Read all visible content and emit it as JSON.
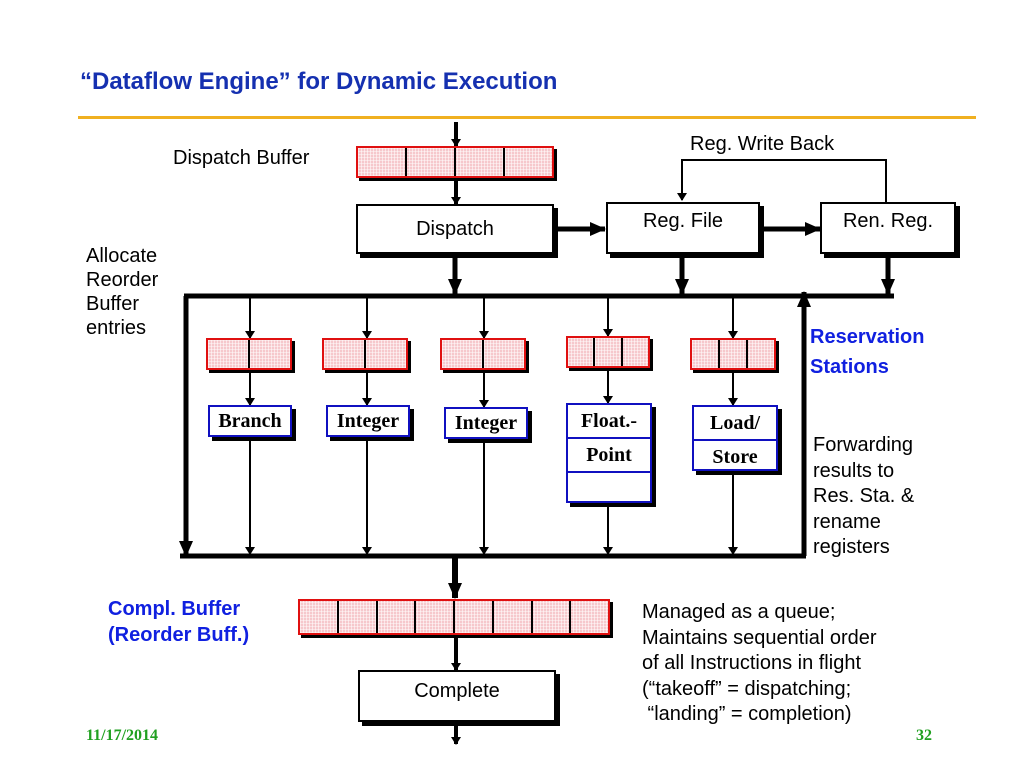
{
  "slide": {
    "title": "“Dataflow Engine” for Dynamic Execution",
    "footer_date": "11/17/2014",
    "page_number": "32"
  },
  "colors": {
    "title": "#1530b0",
    "rule": "#f0b020",
    "buffer_fill": "#f6c8cc",
    "buffer_border": "#e01010",
    "unit_border": "#1010c0",
    "blue_label": "#1020e0",
    "footer": "#20a020"
  },
  "diagram": {
    "dispatch_buffer": {
      "label": "Dispatch Buffer",
      "entries": 4
    },
    "dispatch_box": "Dispatch",
    "reg_file_box": "Reg. File",
    "ren_reg_box": "Ren. Reg.",
    "reg_write_back": "Reg. Write Back",
    "allocate_note": [
      "Allocate",
      "Reorder",
      "Buffer",
      "entries"
    ],
    "reservation_stations_label": [
      "Reservation",
      "Stations"
    ],
    "functional_units": [
      {
        "name": "Branch",
        "rows": [
          "Branch"
        ],
        "rs_entries": 2
      },
      {
        "name": "Integer",
        "rows": [
          "Integer"
        ],
        "rs_entries": 2
      },
      {
        "name": "Integer",
        "rows": [
          "Integer"
        ],
        "rs_entries": 2
      },
      {
        "name": "Float.-Point",
        "rows": [
          "Float.-",
          "Point",
          ""
        ],
        "rs_entries": 3
      },
      {
        "name": "Load/Store",
        "rows": [
          "Load/",
          "Store"
        ],
        "rs_entries": 3
      }
    ],
    "forwarding_note": [
      "Forwarding",
      "results to",
      "Res. Sta. &",
      "rename",
      "registers"
    ],
    "completion_buffer": {
      "label": [
        "Compl. Buffer",
        "(Reorder Buff.)"
      ],
      "entries": 8
    },
    "complete_box": "Complete",
    "queue_note": [
      "Managed as a queue;",
      "Maintains sequential order",
      "of all Instructions in flight",
      "(“takeoff” = dispatching;",
      " “landing” = completion)"
    ]
  }
}
